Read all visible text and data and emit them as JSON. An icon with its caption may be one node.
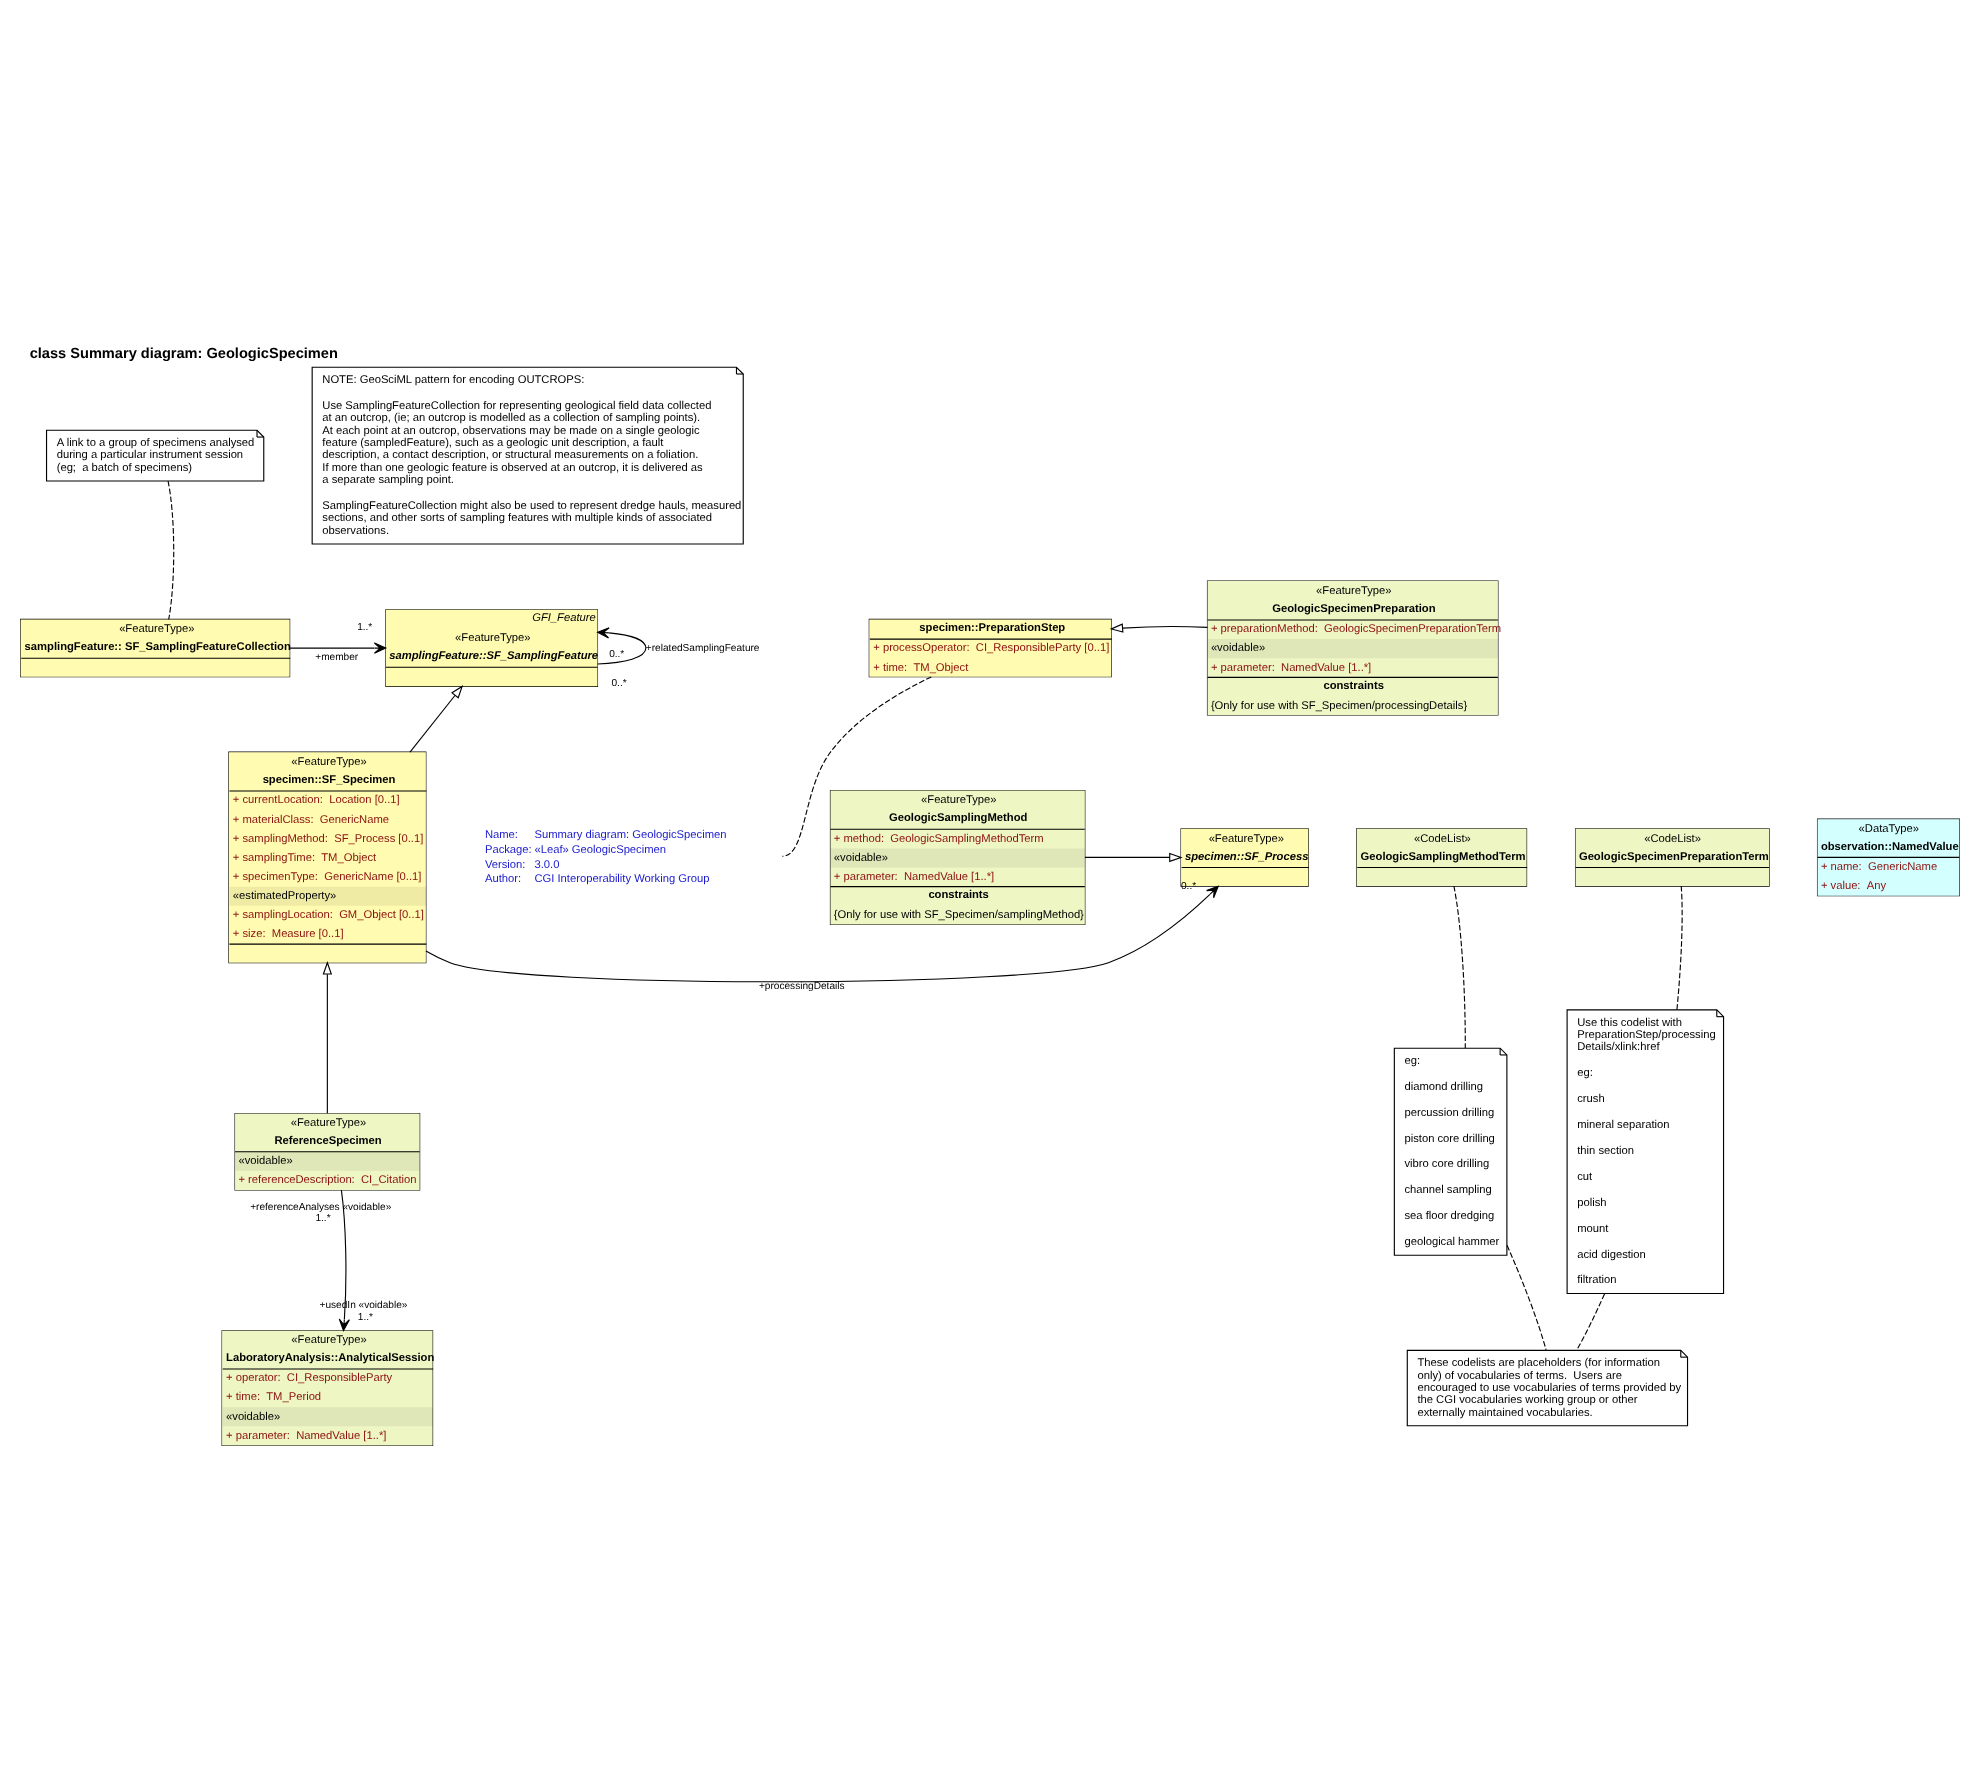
{
  "diagram": {
    "title": "class Summary diagram: GeologicSpecimen",
    "nodes": [
      {
        "text": [
          "A link to a group of specimens analysed during a particular instrument session (eg;  a batch of specimens)"
        ]
      },
      {
        "text": [
          "NOTE: GeoSciML pattern for encoding OUTCROPS:",
          "Use SamplingFeatureCollection for representing geological field data collected at an outcrop, (ie; an outcrop is modelled as a collection of sampling points).  At each point at an outcrop, observations may be made on a single geologic feature (sampledFeature), such as a geologic unit description, a fault description, a contact description, or structural measurements on a foliation. If more than one geologic feature is observed at an outcrop, it is delivered as a separate sampling point.",
          "SamplingFeatureCollection might also be used to represent dredge hauls, measured sections, and other sorts of sampling features with multiple kinds of associated observations."
        ]
      },
      {
        "text": [
          "GFI_Feature",
          "«FeatureType»",
          "samplingFeature::SF_SamplingFeature"
        ]
      },
      {
        "text": [
          "«FeatureType»",
          "samplingFeature:: SF_SamplingFeatureCollection"
        ]
      },
      {
        "text": [
          "specimen::PreparationStep",
          "+ processOperator:  CI_ResponsibleParty [0..1]",
          "+ time:  TM_Object"
        ]
      },
      {
        "text": [
          "«FeatureType»",
          "GeologicSpecimenPreparation",
          "+ preparationMethod:  GeologicSpecimenPreparationTerm",
          "«voidable»",
          "+ parameter:  NamedValue [1..*]",
          "constraints",
          "{Only for use with SF_Specimen/processingDetails}"
        ]
      },
      {
        "text": [
          "«FeatureType»",
          "specimen::SF_Specimen",
          "+ currentLocation:  Location [0..1]",
          "+ materialClass:  GenericName",
          "+ samplingMethod:  SF_Process [0..1]",
          "+ samplingTime:  TM_Object",
          "+ specimenType:  GenericName [0..1]",
          "«estimatedProperty»",
          "+ samplingLocation:  GM_Object [0..1]",
          "+ size:  Measure [0..1]"
        ]
      },
      {
        "text": [
          "«FeatureType»",
          "specimen::SF_Process"
        ]
      },
      {
        "text": [
          "«FeatureType»",
          "GeologicSamplingMethod",
          "+ method:  GeologicSamplingMethodTerm",
          "«voidable»",
          "+ parameter:  NamedValue [1..*]",
          "constraints",
          "{Only for use with SF_Specimen/samplingMethod}"
        ]
      },
      {
        "text": [
          "«FeatureType»",
          "ReferenceSpecimen",
          "«voidable»",
          "+ referenceDescription:  CI_Citation"
        ]
      },
      {
        "text": [
          "«CodeList»",
          "GeologicSamplingMethodTerm"
        ]
      },
      {
        "text": [
          "«CodeList»",
          "GeologicSpecimenPreparationTerm"
        ]
      },
      {
        "text": [
          "«DataType»",
          "observation::NamedValue",
          "+ name:  GenericName",
          "+ value:  Any"
        ]
      },
      {
        "text": [
          "eg:",
          "diamond drilling",
          "percussion drilling",
          "piston core drilling",
          "vibro core drilling",
          "channel sampling",
          "sea floor dredging",
          "geological hammer"
        ]
      },
      {
        "text": [
          "Use this codelist with PreparationStep/processing Details/xlink:href",
          "eg:",
          "crush",
          "mineral separation",
          "thin section",
          "cut",
          "polish",
          "mount",
          "acid digestion",
          "filtration"
        ]
      },
      {
        "text": [
          "«FeatureType»",
          "LaboratoryAnalysis::AnalyticalSession",
          "+ operator:  CI_ResponsibleParty",
          "+ time:  TM_Period",
          "«voidable»",
          "+ parameter:  NamedValue [1..*]"
        ]
      },
      {
        "text": [
          "These codelists are placeholders (for information only) of vocabularies of terms.  Users are encouraged to use vocabularies of terms provided by the CGI vocabularies working group or other externally maintained vocabularies."
        ]
      }
    ],
    "edges": [
      {
        "from": 0,
        "to": 3,
        "arrow": "none",
        "style": "dashed"
      },
      {
        "from": 3,
        "to": 2,
        "arrow": "to",
        "label": "+member"
      },
      {
        "from": 2,
        "to": 2,
        "arrow": "to",
        "label": "+relatedSamplingFeature"
      },
      {
        "from": 6,
        "to": 2,
        "arrow": "to"
      },
      {
        "from": 5,
        "to": 4,
        "arrow": "to"
      },
      {
        "from": 6,
        "to": 7,
        "arrow": "to",
        "label": "+processingDetails"
      },
      {
        "from": 4,
        "to": null,
        "arrow": "none",
        "style": "dashed"
      },
      {
        "from": 8,
        "to": 7,
        "arrow": "to"
      },
      {
        "from": 9,
        "to": 6,
        "arrow": "to"
      },
      {
        "from": 9,
        "to": 15,
        "arrow": "to"
      },
      {
        "from": 10,
        "to": 13,
        "arrow": "none",
        "style": "dashed"
      },
      {
        "from": 11,
        "to": 14,
        "arrow": "none",
        "style": "dashed"
      },
      {
        "from": 13,
        "to": 16,
        "arrow": "none",
        "style": "dashed"
      },
      {
        "from": 14,
        "to": 16,
        "arrow": "none",
        "style": "dashed"
      }
    ],
    "labels": [
      "Name:",
      "Summary diagram: GeologicSpecimen",
      "Package:",
      "«Leaf» GeologicSpecimen",
      "Version:",
      "3.0.0",
      "Author:",
      "CGI Interoperability Working Group",
      "1..*",
      "0..*",
      "0..*",
      "0..*",
      "+referenceAnalyses «voidable»",
      "1..*",
      "+usedIn «voidable»",
      "1..*"
    ]
  }
}
